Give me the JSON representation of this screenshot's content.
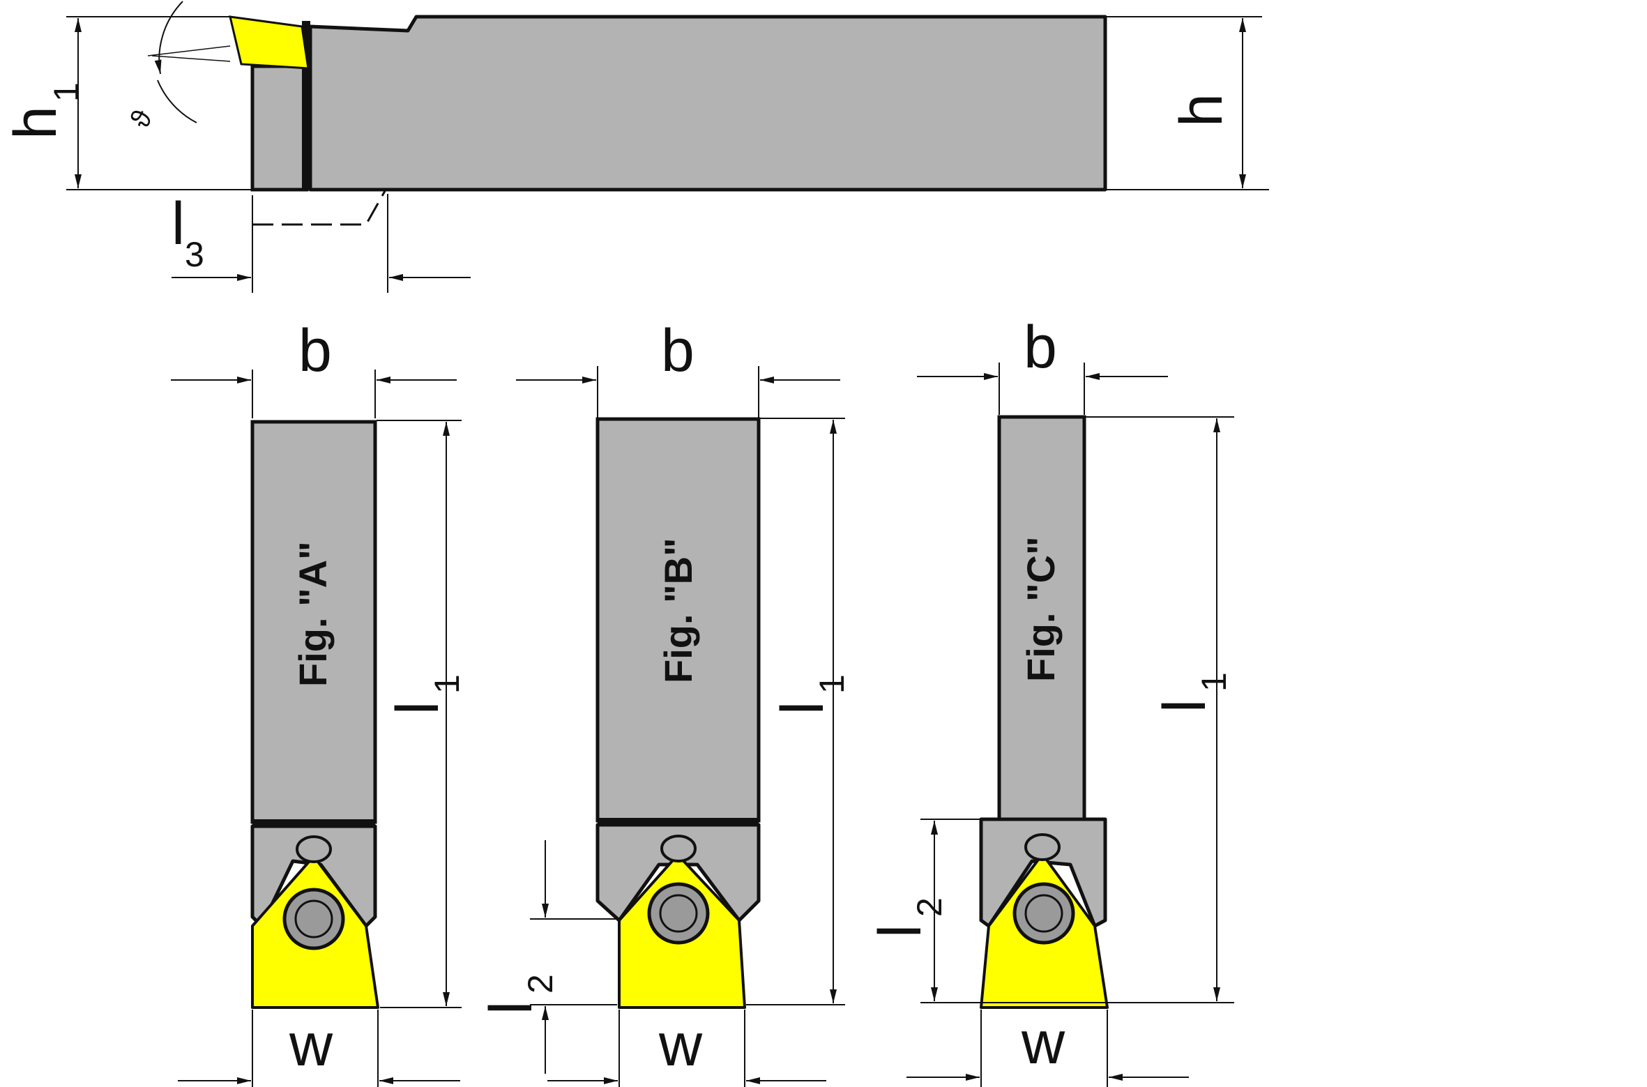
{
  "colors": {
    "body_gray": "#b3b3b3",
    "insert_yellow": "#ffff00",
    "screw_gray": "#9a9a9a",
    "outline": "#111111",
    "background": "#ffffff"
  },
  "side_view": {
    "h1": {
      "main": "h",
      "sub": "1"
    },
    "h": "h",
    "l3": {
      "main": "l",
      "sub": "3"
    },
    "angle": "ϑ"
  },
  "figures": [
    {
      "label": "Fig. \"A\"",
      "b": "b",
      "l1": {
        "main": "l",
        "sub": "1"
      },
      "w": "w"
    },
    {
      "label": "Fig. \"B\"",
      "b": "b",
      "l1": {
        "main": "l",
        "sub": "1"
      },
      "l2": {
        "main": "l",
        "sub": "2"
      },
      "w": "w"
    },
    {
      "label": "Fig. \"C\"",
      "b": "b",
      "l1": {
        "main": "l",
        "sub": "1"
      },
      "l2": {
        "main": "l",
        "sub": "2"
      },
      "w": "w"
    }
  ]
}
